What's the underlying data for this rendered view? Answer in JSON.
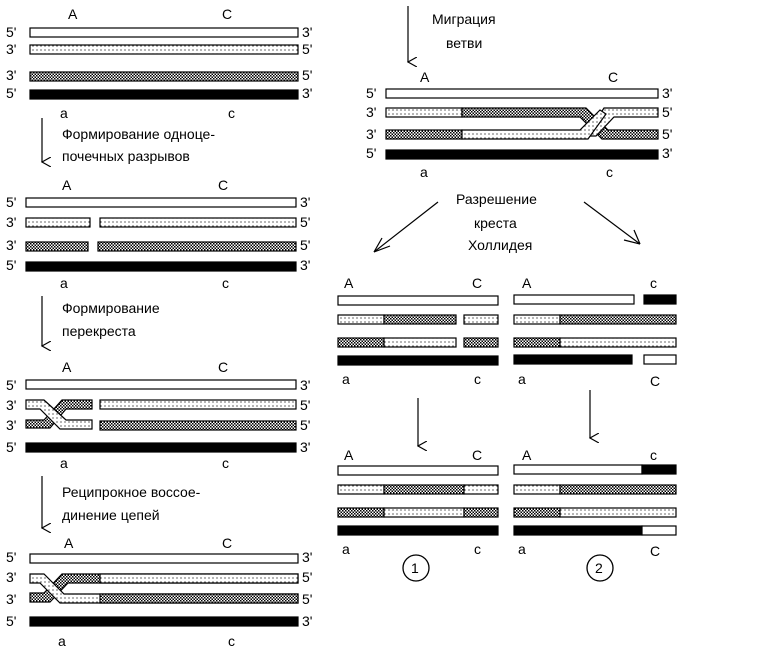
{
  "labels": {
    "A": "A",
    "C": "C",
    "a": "a",
    "c": "c",
    "p5": "5'",
    "p3": "3'"
  },
  "steps": {
    "step1": "Формирование одноце-",
    "step1b": "почечных разрывов",
    "step2": "Формирование",
    "step2b": "перекреста",
    "step3": "Реципрокное воссое-",
    "step3b": "динение цепей",
    "step4": "Миграция",
    "step4b": "ветви",
    "step5": "Разрешение",
    "step5b": "креста",
    "step5c": "Холлидея"
  },
  "outcomes": {
    "one": "1",
    "two": "2"
  }
}
